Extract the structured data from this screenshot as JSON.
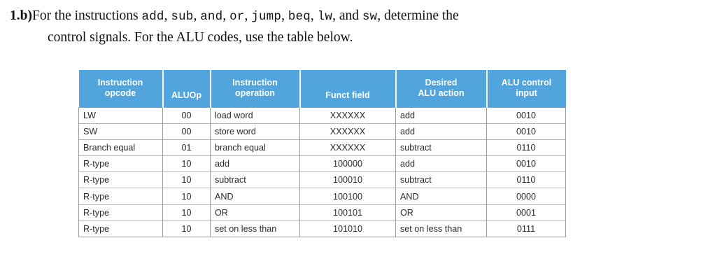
{
  "question": {
    "number": "1.b)",
    "line1_pre": "For the instructions ",
    "line1_instructions": [
      "add",
      "sub",
      "and",
      "or",
      "jump",
      "beq",
      "lw",
      "sw"
    ],
    "line1_mid": ", and ",
    "line1_post": ", determine the",
    "line2": "control signals.  For the ALU codes, use the table below.",
    "full_text": "1.b) For the instructions add, sub, and, or, jump, beq, lw, and sw, determine the control signals. For the ALU codes, use the table below."
  },
  "colors": {
    "header_blue": "#52a5dc",
    "header_text": "#ffffff",
    "grid_line": "#9a9a9a",
    "row_line": "#b7b7b7",
    "body_text": "#2b2b2b",
    "page_bg": "#ffffff"
  },
  "table": {
    "name": "ALU control truth table",
    "headers": [
      "Instruction opcode",
      "ALUOp",
      "Instruction operation",
      "Funct field",
      "Desired ALU action",
      "ALU control input"
    ],
    "header_lines": [
      [
        "Instruction",
        "opcode"
      ],
      [
        "",
        "ALUOp"
      ],
      [
        "Instruction",
        "operation"
      ],
      [
        "",
        "Funct field"
      ],
      [
        "Desired",
        "ALU action"
      ],
      [
        "ALU control",
        "input"
      ]
    ],
    "column_align": [
      "left",
      "center",
      "left",
      "center",
      "left",
      "center"
    ],
    "rows": [
      {
        "instruction_opcode": "LW",
        "aluop": "00",
        "instruction_operation": "load word",
        "funct_field": "XXXXXX",
        "desired_alu_action": "add",
        "alu_control_input": "0010"
      },
      {
        "instruction_opcode": "SW",
        "aluop": "00",
        "instruction_operation": "store word",
        "funct_field": "XXXXXX",
        "desired_alu_action": "add",
        "alu_control_input": "0010"
      },
      {
        "instruction_opcode": "Branch equal",
        "aluop": "01",
        "instruction_operation": "branch equal",
        "funct_field": "XXXXXX",
        "desired_alu_action": "subtract",
        "alu_control_input": "0110"
      },
      {
        "instruction_opcode": "R-type",
        "aluop": "10",
        "instruction_operation": "add",
        "funct_field": "100000",
        "desired_alu_action": "add",
        "alu_control_input": "0010"
      },
      {
        "instruction_opcode": "R-type",
        "aluop": "10",
        "instruction_operation": "subtract",
        "funct_field": "100010",
        "desired_alu_action": "subtract",
        "alu_control_input": "0110"
      },
      {
        "instruction_opcode": "R-type",
        "aluop": "10",
        "instruction_operation": "AND",
        "funct_field": "100100",
        "desired_alu_action": "AND",
        "alu_control_input": "0000"
      },
      {
        "instruction_opcode": "R-type",
        "aluop": "10",
        "instruction_operation": "OR",
        "funct_field": "100101",
        "desired_alu_action": "OR",
        "alu_control_input": "0001"
      },
      {
        "instruction_opcode": "R-type",
        "aluop": "10",
        "instruction_operation": "set on less than",
        "funct_field": "101010",
        "desired_alu_action": "set on less than",
        "alu_control_input": "0111"
      }
    ]
  }
}
